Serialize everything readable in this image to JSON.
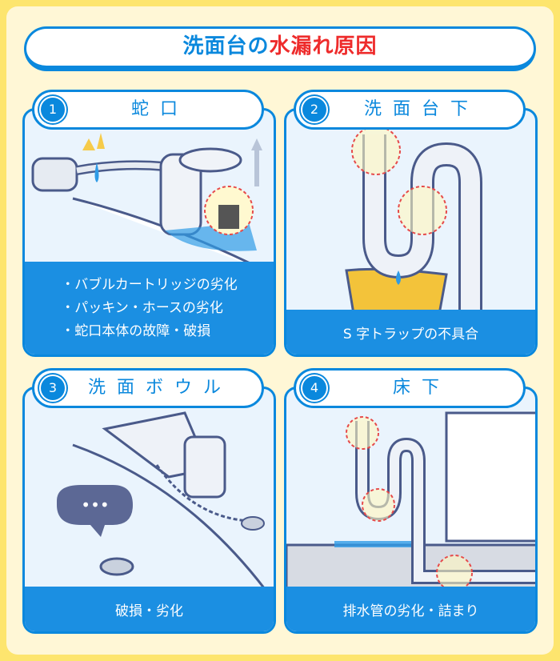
{
  "title": {
    "prefix": "洗面台の",
    "highlight": "水漏れ原因"
  },
  "panels": [
    {
      "number": "1",
      "heading": "蛇口",
      "items": [
        "・バブルカートリッジの劣化",
        "・パッキン・ホースの劣化",
        "・蛇口本体の故障・破損"
      ]
    },
    {
      "number": "2",
      "heading": "洗面台下",
      "caption": "S 字トラップの不具合"
    },
    {
      "number": "3",
      "heading": "洗面ボウル",
      "caption": "破損・劣化"
    },
    {
      "number": "4",
      "heading": "床下",
      "caption": "排水管の劣化・詰まり"
    }
  ],
  "colors": {
    "accent": "#0a88dd",
    "highlight": "#ee2b2b",
    "caption_bg": "#1b8fe2",
    "frame": "#fde56e"
  }
}
